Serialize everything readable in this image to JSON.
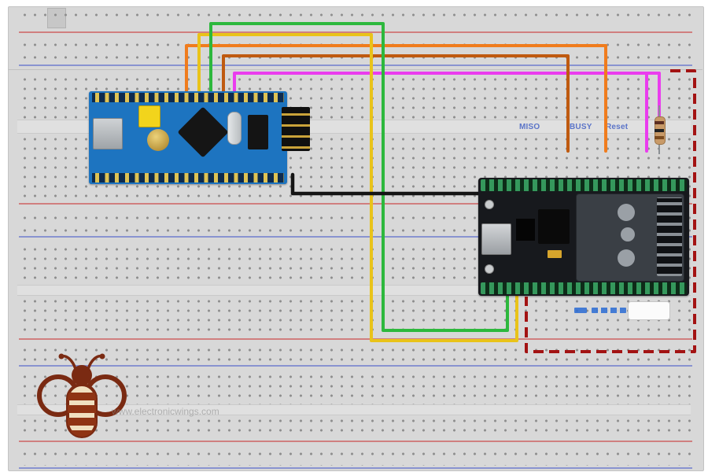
{
  "diagram": {
    "kind": "breadboard wiring diagram",
    "left_board": "stm32-blue-pill",
    "right_board": "esp32-dev-module"
  },
  "pin_labels": {
    "miso": "MISO",
    "busy": "BUSY",
    "reset": "Reset"
  },
  "watermark": "www.electronicwings.com",
  "wires": {
    "green": {
      "color": "#2db83d"
    },
    "yellow": {
      "color": "#e9c319"
    },
    "orange": {
      "color": "#f07c1d"
    },
    "orange_dark": {
      "color": "#bf5a10"
    },
    "magenta": {
      "color": "#ea3cee"
    },
    "magenta_spur": {
      "color": "#ea3cee"
    },
    "black": {
      "color": "#141414"
    },
    "dashed_red": {
      "color": "#a31313"
    }
  },
  "breadboard": {
    "body_color": "#d8d8d8",
    "dot_color": "#8e8e8e",
    "rail_red": "#cc4444",
    "rail_blue": "#5566cc"
  },
  "logo": {
    "name": "bee-logo",
    "outline_color": "#7a2a12",
    "stripe_color": "#8f3414",
    "body_fill": "#f0e0c0"
  }
}
